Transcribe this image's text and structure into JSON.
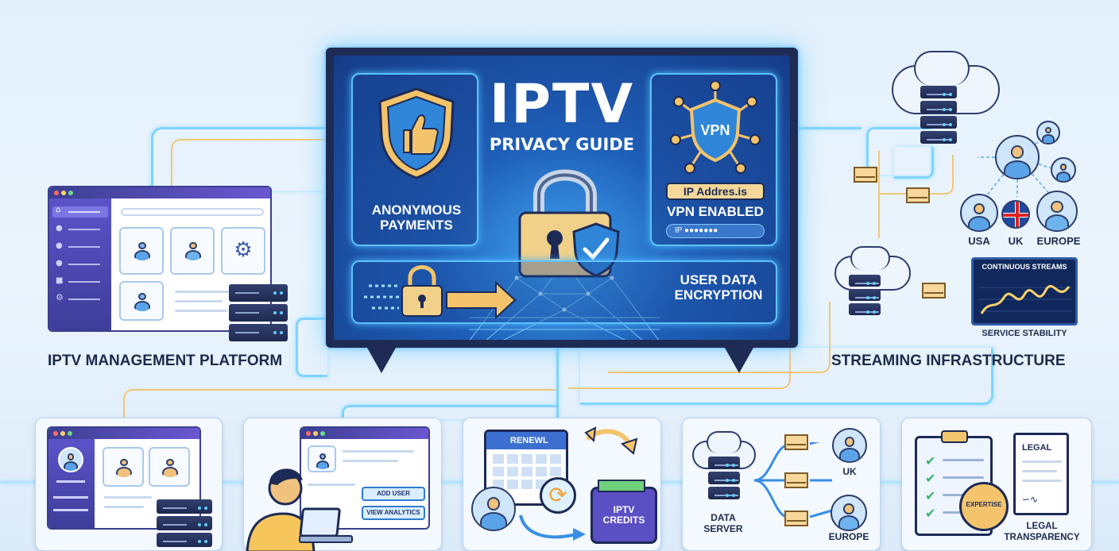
{
  "tv": {
    "title": "IPTV",
    "subtitle": "PRIVACY GUIDE",
    "left_panel_label": "ANONYMOUS PAYMENTS",
    "vpn_badge": "VPN",
    "ip_tag": "IP Addres.is",
    "vpn_label": "VPN ENABLED",
    "ip_field": "IP ●●●●●●●",
    "encryption_label": "USER DATA ENCRYPTION"
  },
  "left_section": {
    "title": "IPTV MANAGEMENT PLATFORM"
  },
  "right_section": {
    "title": "STREAMING INFRASTRUCTURE",
    "regions": [
      "USA",
      "UK",
      "EUROPE"
    ],
    "chart_title": "CONTINUOUS STREAMS",
    "chart_caption": "SERVICE STABILITY"
  },
  "bottom_cards": {
    "card2": {
      "add_user": "ADD USER",
      "view_analytics": "VIEW ANALYTICS"
    },
    "card3": {
      "calendar_label": "RENEWL",
      "wallet_label": "IPTV CREDITS"
    },
    "card4": {
      "server_label": "DATA SERVER",
      "top_region": "UK",
      "bottom_region": "EUROPE"
    },
    "card5": {
      "doc_label": "LEGAL",
      "seal_label": "EXPERTISE",
      "caption": "LEGAL TRANSPARENCY"
    }
  },
  "colors": {
    "glow": "#7fd3ff",
    "tv_frame": "#1e2c55",
    "accent_gold": "#f0c779",
    "navy_text": "#1c2b4c"
  }
}
